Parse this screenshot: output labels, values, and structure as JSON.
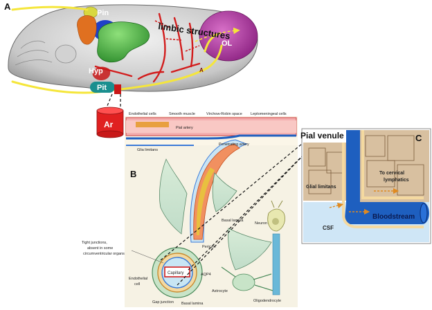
{
  "panel_a": {
    "letter": "A",
    "labels": {
      "pin": "Pin",
      "limbic": "limbic structures",
      "ol": "OL",
      "hyp": "Hyp",
      "pit": "Pit",
      "a": "A"
    }
  },
  "ar_label": "Ar",
  "panel_b": {
    "letter": "B",
    "top_labels": {
      "endothelial_cells": "Endothelial cells",
      "smooth_muscle": "Smooth muscle",
      "virchow_robin": "Virchow-Robin space",
      "leptomeningeal": "Leptomeningeal cells"
    },
    "pial_artery": "Pial artery",
    "penetrating_artery": "Penetrating artery",
    "glia_limitans": "Glia limitans",
    "basal_lamina_1": "Basal lamina",
    "neuron": "Neuron",
    "pericyte": "Pericyte",
    "tight_junctions": "Tight junctions,",
    "absent_text": "absent in some",
    "circumventricular": "circumventricular organs",
    "capillary": "Capillary",
    "aqp4": "AQP4",
    "astrocyte": "Astrocyte",
    "endothelial_cell_1": "Endothelial",
    "endothelial_cell_2": "cell",
    "gap_junction": "Gap junction",
    "basal_lamina_2": "Basal lamina",
    "oligodendrocyte": "Oligodendrocyte"
  },
  "panel_c": {
    "letter": "C",
    "pial_venule": "Pial venule",
    "glial_limitans": "Glial limitans",
    "cervical_1": "To cervical",
    "cervical_2": "lymphatics",
    "csf": "CSF",
    "bloodstream": "Bloodstream"
  },
  "colors": {
    "yellow_path": "#f5e63a",
    "olfactory": "#b03aa0",
    "green": "#3bae3b",
    "blue": "#2040c8",
    "orange": "#e07020",
    "pit": "#1a8f8f",
    "red": "#e02020",
    "vessel_blue": "#1e5fbf"
  }
}
